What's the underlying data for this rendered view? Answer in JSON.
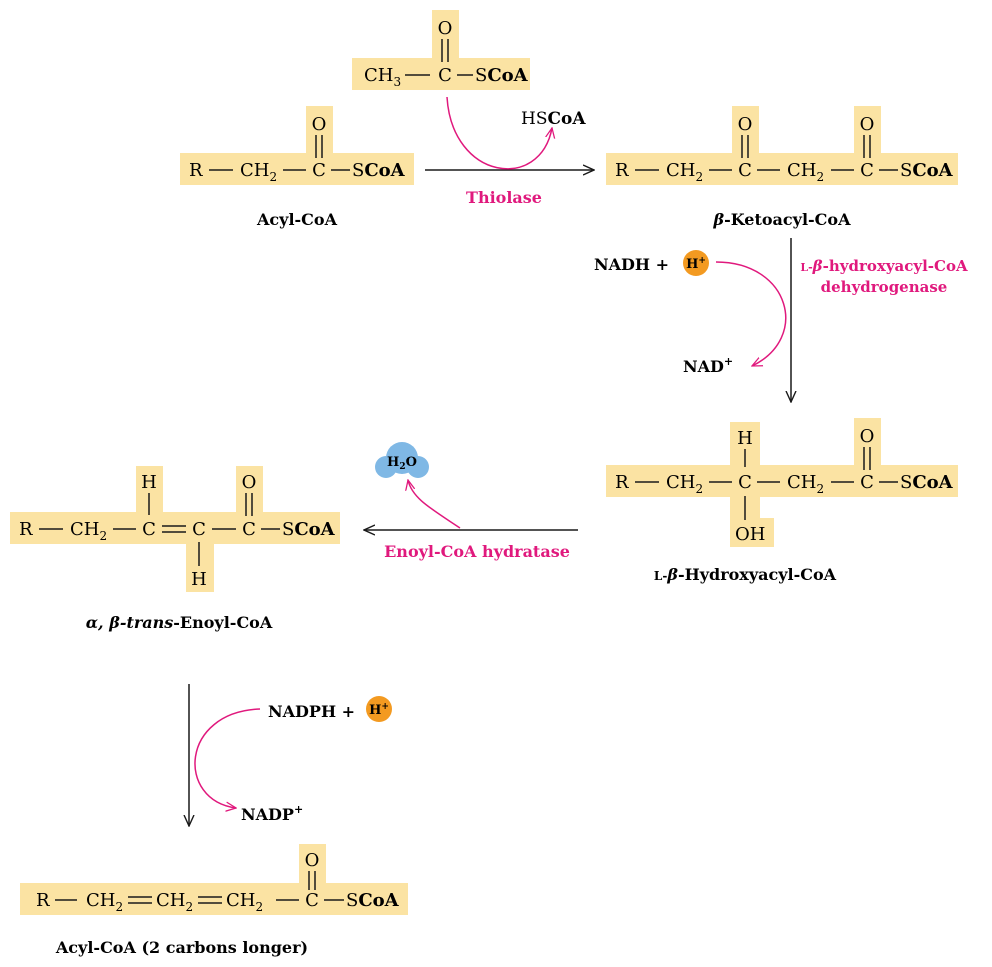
{
  "colors": {
    "band": "#fbe3a3",
    "enzyme": "#e0197d",
    "arrow": "#1a1a1a",
    "proton": "#f39a21",
    "water": "#7fb8e5",
    "text": "#1a1a1a"
  },
  "atoms": {
    "O": "O",
    "C": "C",
    "H": "H",
    "OH": "OH",
    "R": "R",
    "CH": "CH",
    "sub2": "2",
    "sub3": "3",
    "S": "S",
    "CoA": "CoA",
    "HS": "HS"
  },
  "molecules": {
    "acyl_coa": "Acyl-CoA",
    "ketoacyl_beta": "β",
    "ketoacyl_rest": "-Ketoacyl-CoA",
    "hydroxyacyl_L": "L-",
    "hydroxyacyl_beta": "β",
    "hydroxyacyl_rest": "-Hydroxyacyl-CoA",
    "enoyl_alpha": "α,",
    "enoyl_beta": "β",
    "enoyl_trans": "-trans",
    "enoyl_rest": "-Enoyl-CoA",
    "product": "Acyl-CoA (2 carbons longer)"
  },
  "enzymes": {
    "thiolase": "Thiolase",
    "dehydrogenase_L": "L-",
    "dehydrogenase_beta": "β",
    "dehydrogenase_line1": "-hydroxyacyl-CoA",
    "dehydrogenase_line2": "dehydrogenase",
    "hydratase": "Enoyl-CoA hydratase"
  },
  "cofactors": {
    "nadh": "NADH +",
    "nad": "NAD",
    "nadph": "NADPH +",
    "nadp": "NADP",
    "plus": "+",
    "proton": "H",
    "water_h": "H",
    "water_sub": "2",
    "water_o": "O"
  }
}
